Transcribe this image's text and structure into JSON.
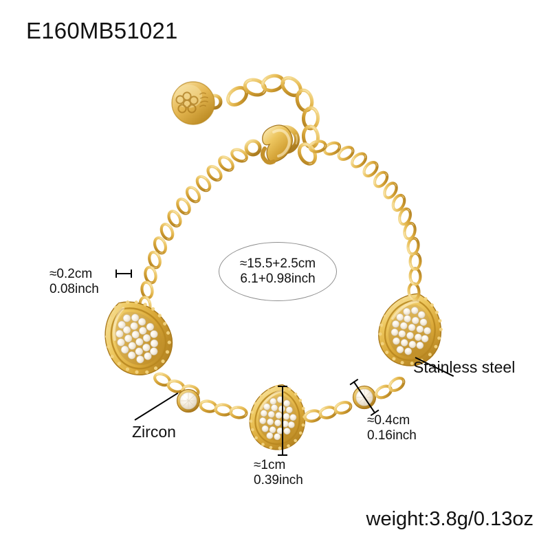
{
  "product": {
    "sku": "E160MB51021",
    "weight": "weight:3.8g/0.13oz",
    "type": "bracelet"
  },
  "size_bubble": {
    "line1": "≈15.5+2.5cm",
    "line2": "6.1+0.98inch"
  },
  "annotations": {
    "chain_width": {
      "cm": "≈0.2cm",
      "inch": "0.08inch"
    },
    "charm_height": {
      "cm": "≈1cm",
      "inch": "0.39inch"
    },
    "zircon_diameter": {
      "cm": "≈0.4cm",
      "inch": "0.16inch"
    }
  },
  "callouts": {
    "zircon": "Zircon",
    "material": "Stainless steel"
  },
  "colors": {
    "gold_light": "#f6dc93",
    "gold_mid": "#e3b44a",
    "gold_deep": "#c18f2c",
    "gold_shadow": "#9a6d19",
    "stone": "#fbf7ef",
    "stone_edge": "#ddd2c0",
    "outline": "#8d8d8d",
    "text": "#111111",
    "background": "#ffffff"
  }
}
